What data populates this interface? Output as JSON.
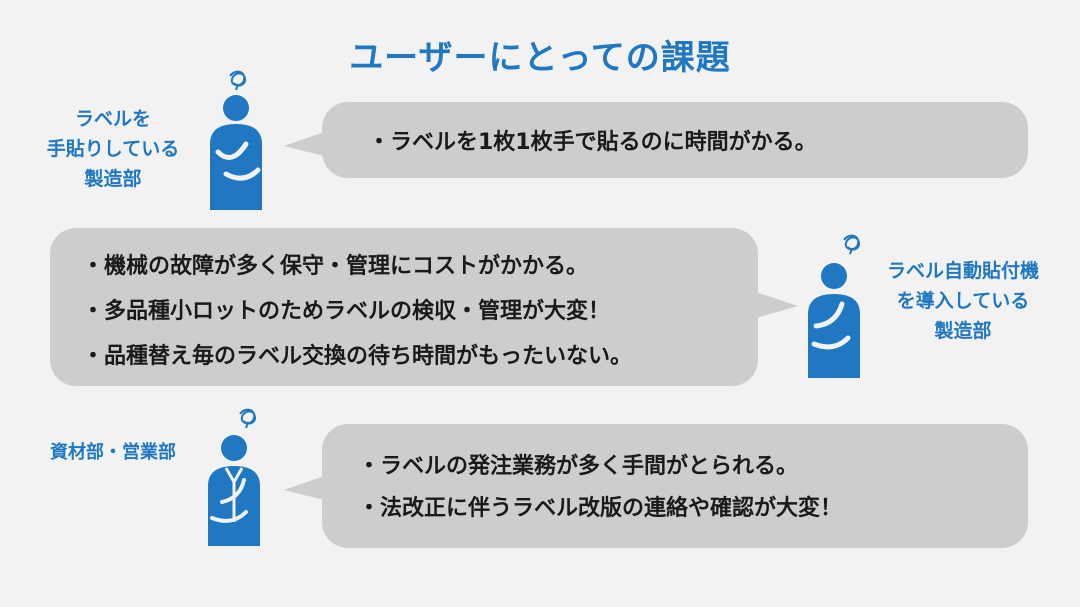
{
  "title": "ユーザーにとっての課題",
  "groups": [
    {
      "label_lines": [
        "ラベルを",
        "手貼りしている",
        "製造部"
      ],
      "bullets": [
        "・ラベルを1枚1枚手で貼るのに時間がかる。"
      ]
    },
    {
      "label_lines": [
        "ラベル自動貼付機",
        "を導入している",
        "製造部"
      ],
      "bullets": [
        "・機械の故障が多く保守・管理にコストがかかる。",
        "・多品種小ロットのためラベルの検収・管理が大変！",
        "・品種替え毎のラベル交換の待ち時間がもったいない。"
      ]
    },
    {
      "label_lines": [
        "資材部・営業部"
      ],
      "bullets": [
        "・ラベルの発注業務が多く手間がとられる。",
        "・法改正に伴うラベル改版の連絡や確認が大変！"
      ]
    }
  ],
  "colors": {
    "accent": "#1f78c1",
    "bubble": "#cdcdcd",
    "background": "#f2f2f2",
    "text": "#1a1a1a"
  },
  "icons": [
    "confused-scribble-icon",
    "thinking-worker-icon",
    "thinking-businessman-icon"
  ]
}
